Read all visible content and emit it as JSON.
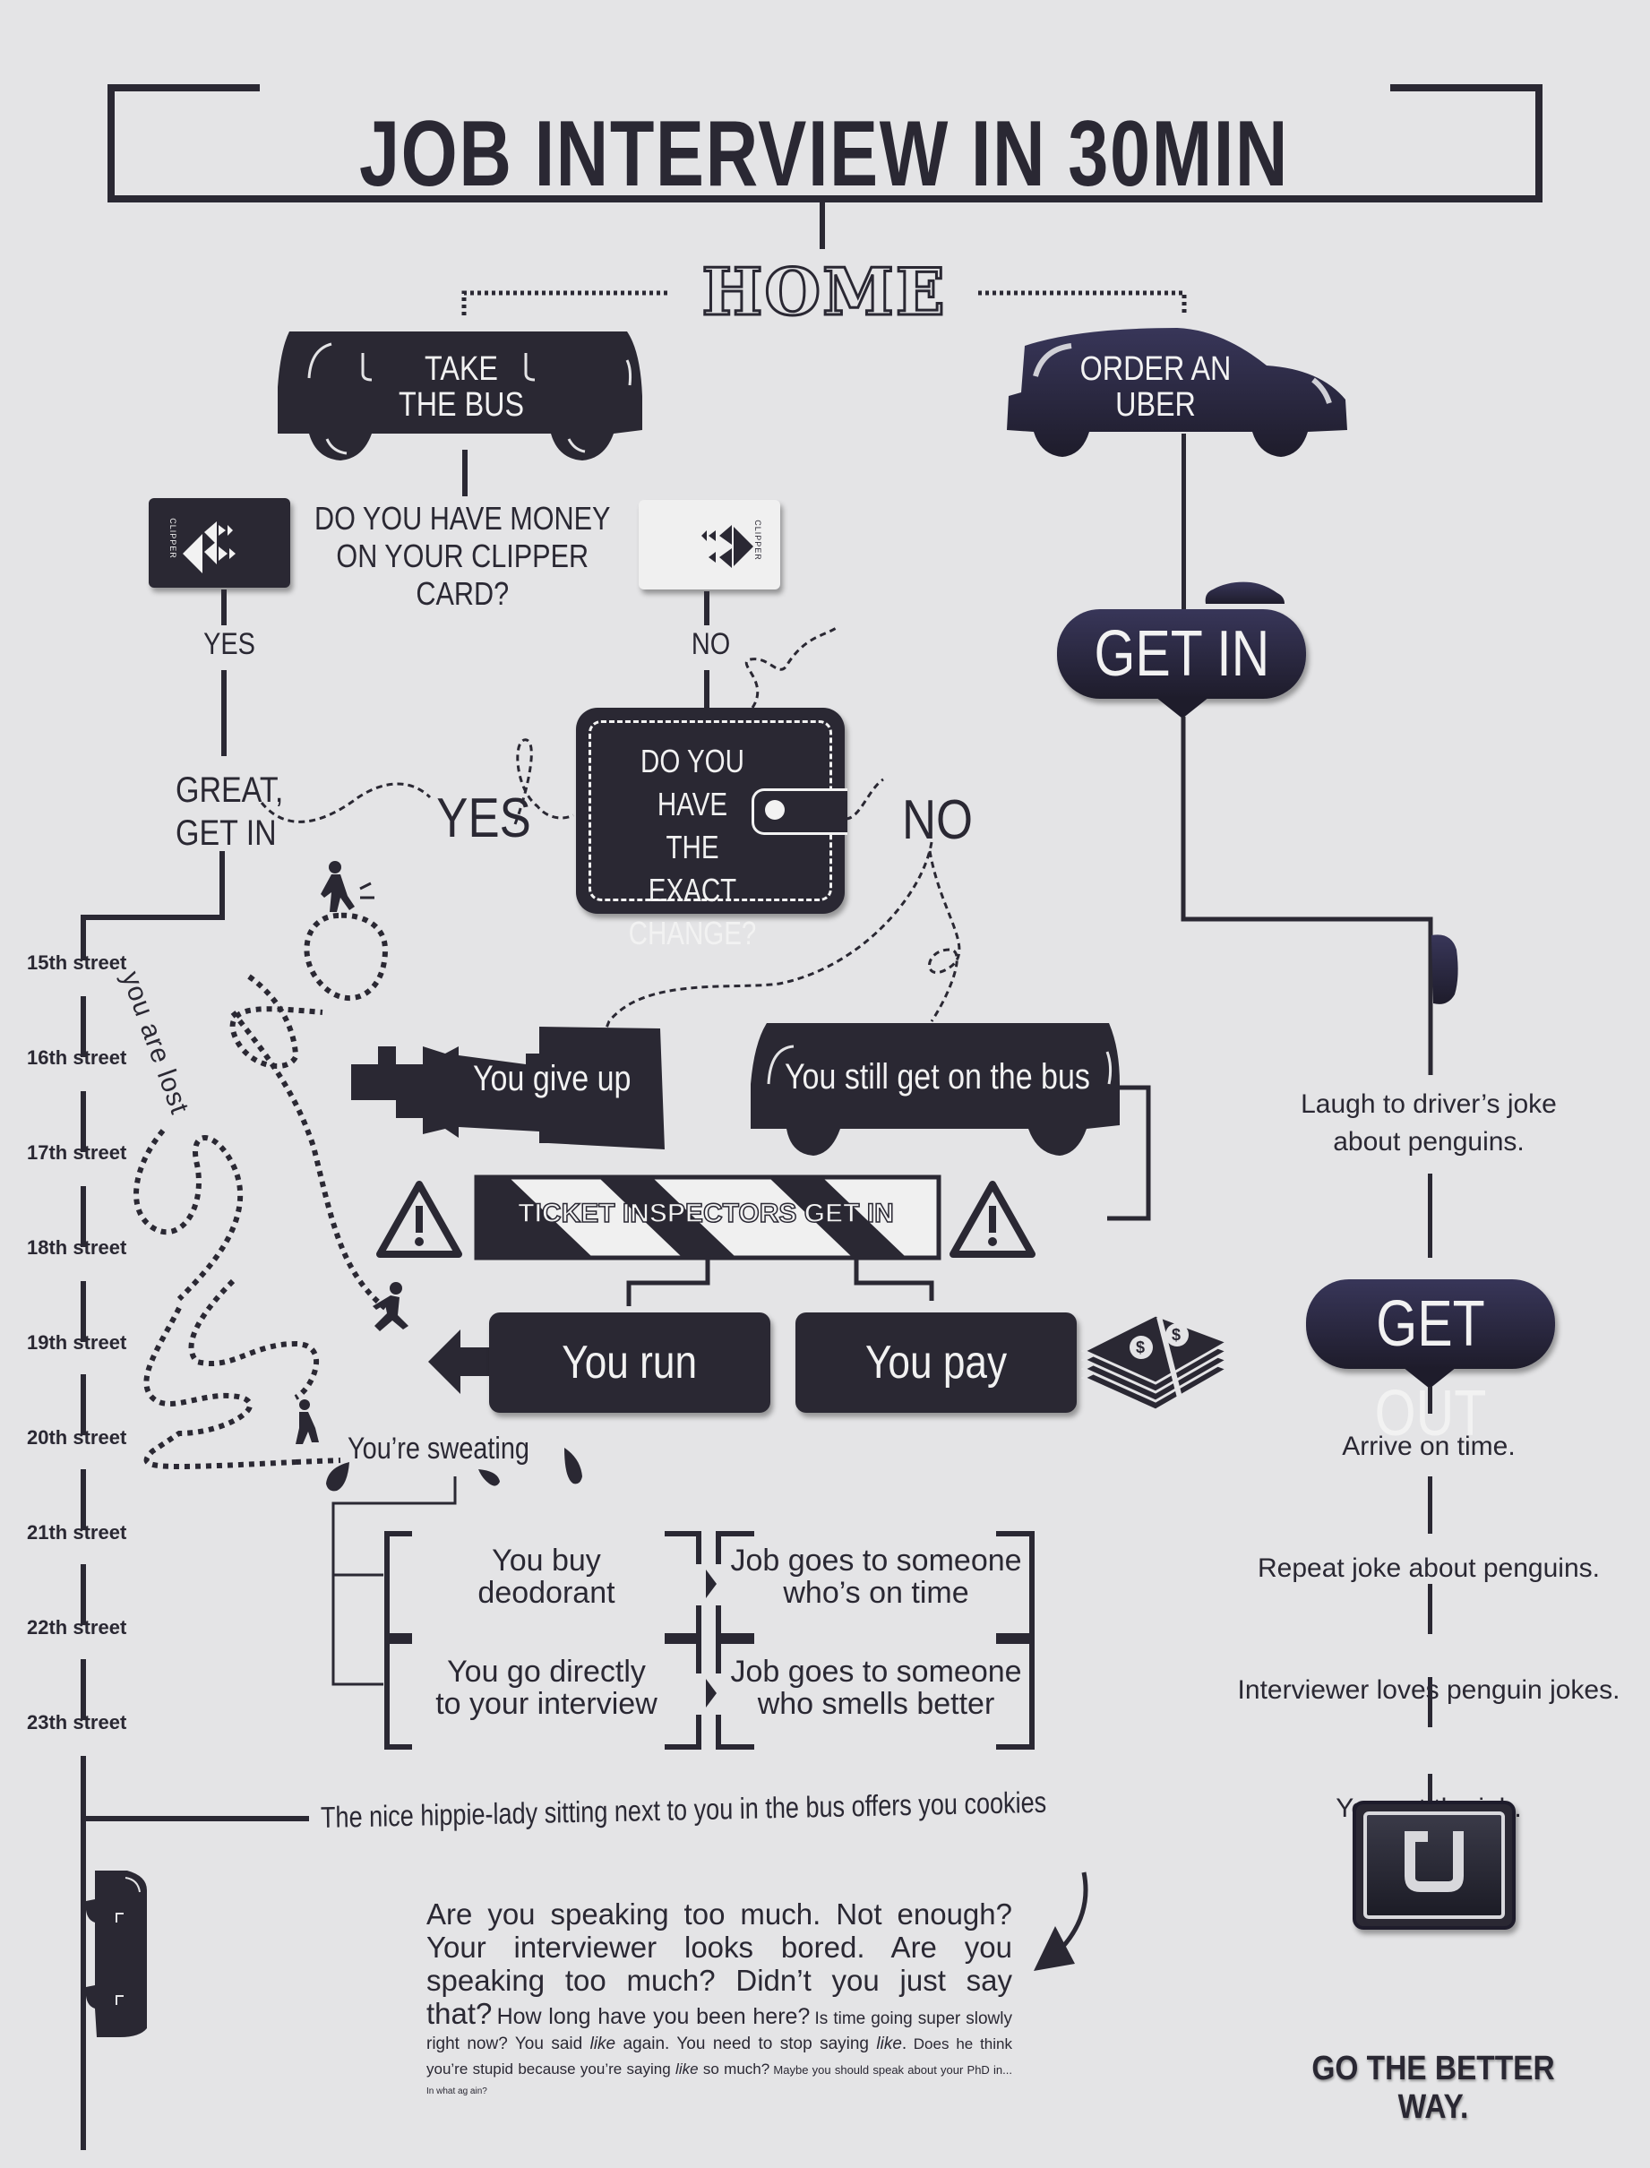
{
  "title": "JOB INTERVIEW IN 30MIN",
  "start": "HOME",
  "bus_branch": {
    "start_label": [
      "TAKE",
      "THE BUS"
    ],
    "question_clipper": [
      "DO YOU HAVE MONEY",
      "ON YOUR CLIPPER CARD?"
    ],
    "clipper_card_text": "CLIPPER",
    "yes_label": "YES",
    "no_label": "NO",
    "great_get_in": [
      "GREAT,",
      "GET IN"
    ],
    "wallet_question": [
      "DO YOU HAVE",
      "THE EXACT",
      "CHANGE?"
    ],
    "wallet_yes": "YES",
    "wallet_no": "NO",
    "you_are_lost": "you are lost",
    "give_up": "You give up",
    "still_get_on": "You still get on the bus",
    "ticket_inspectors": "TICKET INSPECTORS GET IN",
    "you_run": "You run",
    "you_pay": "You pay",
    "sweating": "You’re sweating",
    "outcomes": [
      {
        "choice": [
          "You buy",
          "deodorant"
        ],
        "result": [
          "Job goes to someone",
          "who’s on time"
        ]
      },
      {
        "choice": [
          "You go directly",
          "to your interview"
        ],
        "result": [
          "Job goes to someone",
          "who smells better"
        ]
      }
    ],
    "hippie_lady": "The nice hippie-lady sitting next to you in the bus offers you cookies",
    "anxiety_paragraph": {
      "l1": "Are you speaking too much. Not enough? Your interviewer looks bored. Are you speaking too much? Didn’t you just say that?",
      "l2": "How long have you been here?",
      "l3a": "Is time going super slowly right now? You said ",
      "like": "like",
      "l3b": " again. You need to stop saying ",
      "l3c": ".",
      "l4a": " Does he think you’re stupid because you’re saying ",
      "l4b": " so much?",
      "l5": " Maybe you should speak about your PhD in...",
      "l6": " In what ag ain?"
    }
  },
  "streets": [
    "15th street",
    "16th street",
    "17th street",
    "18th street",
    "19th street",
    "20th street",
    "21th street",
    "22th street",
    "23th street"
  ],
  "uber_branch": {
    "start_label": [
      "ORDER AN",
      "UBER"
    ],
    "get_in": "GET IN",
    "steps": [
      "Laugh to driver’s joke about penguins."
    ],
    "get_out": "GET OUT",
    "after": [
      "Arrive on time.",
      "Repeat joke about penguins.",
      "Interviewer loves penguin jokes.",
      "You get the job."
    ],
    "tagline": "GO THE BETTER WAY."
  },
  "colors": {
    "background": "#e4e4e6",
    "ink": "#2a2833",
    "uber_navy": "#2f2d4a"
  }
}
